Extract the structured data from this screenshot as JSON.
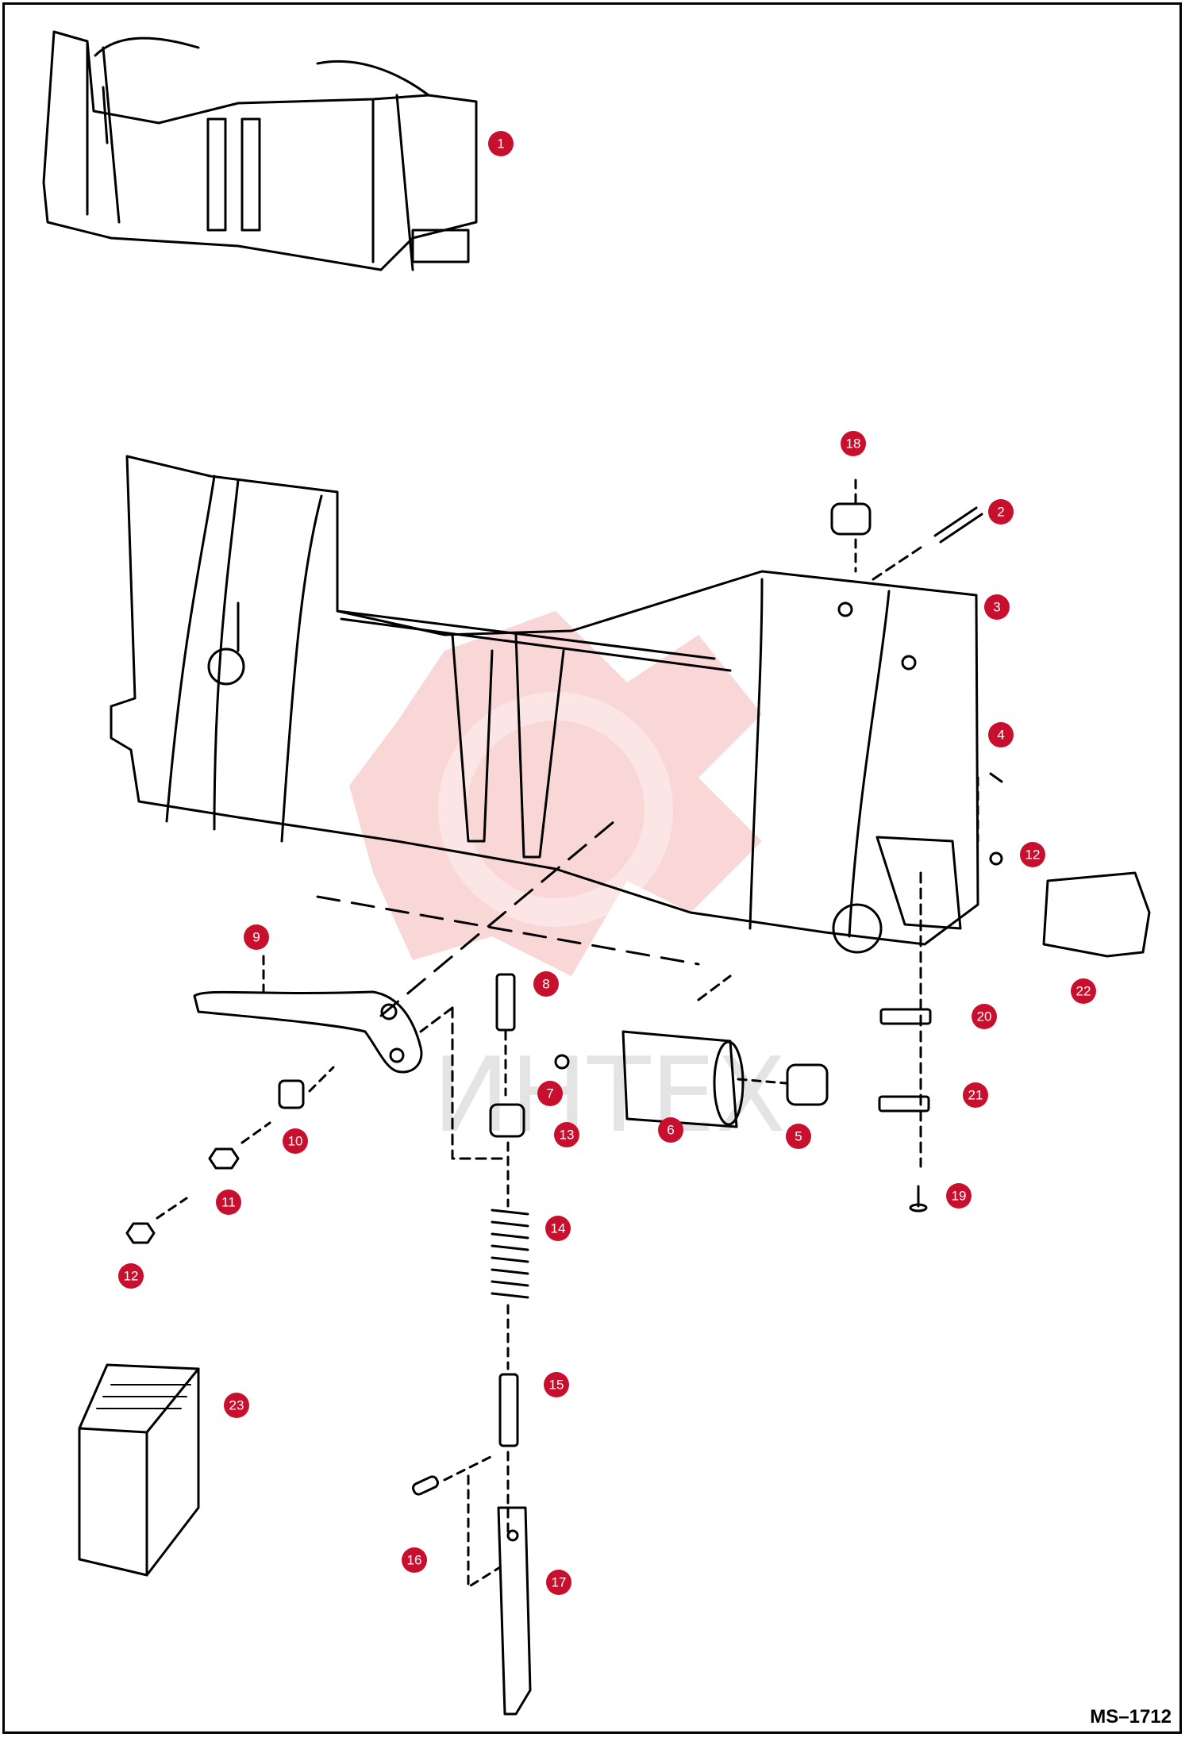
{
  "drawing_code": "MS–1712",
  "watermark_text": "ИНТЕХ",
  "colors": {
    "callout": "#c8102e",
    "line": "#000000",
    "watermark_logo": "#e84a4a"
  },
  "callouts": [
    {
      "id": "1",
      "label": "1"
    },
    {
      "id": "2",
      "label": "2"
    },
    {
      "id": "3",
      "label": "3"
    },
    {
      "id": "4",
      "label": "4"
    },
    {
      "id": "5",
      "label": "5"
    },
    {
      "id": "6",
      "label": "6"
    },
    {
      "id": "7",
      "label": "7"
    },
    {
      "id": "8",
      "label": "8"
    },
    {
      "id": "9",
      "label": "9"
    },
    {
      "id": "10",
      "label": "10"
    },
    {
      "id": "11",
      "label": "11"
    },
    {
      "id": "12a",
      "label": "12"
    },
    {
      "id": "12b",
      "label": "12"
    },
    {
      "id": "13",
      "label": "13"
    },
    {
      "id": "14",
      "label": "14"
    },
    {
      "id": "15",
      "label": "15"
    },
    {
      "id": "16",
      "label": "16"
    },
    {
      "id": "17",
      "label": "17"
    },
    {
      "id": "18",
      "label": "18"
    },
    {
      "id": "19",
      "label": "19"
    },
    {
      "id": "20",
      "label": "20"
    },
    {
      "id": "21",
      "label": "21"
    },
    {
      "id": "22",
      "label": "22"
    },
    {
      "id": "23",
      "label": "23"
    }
  ]
}
